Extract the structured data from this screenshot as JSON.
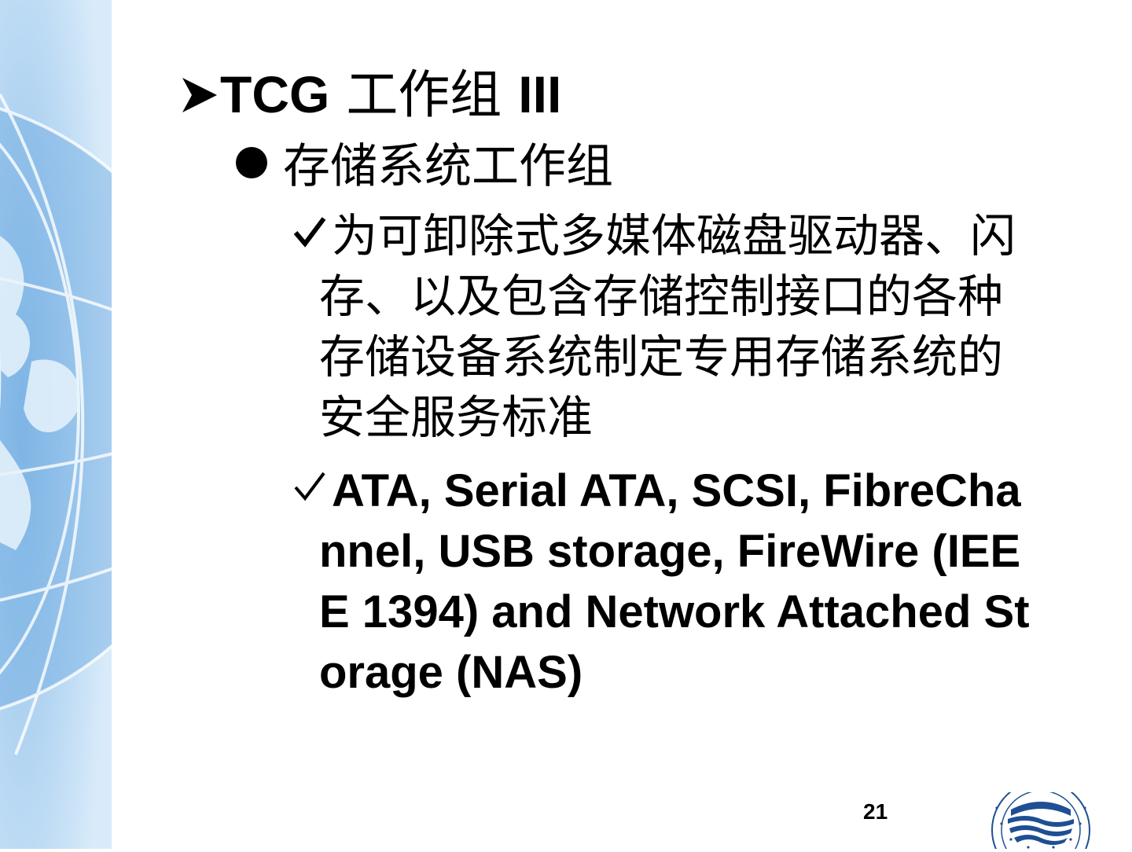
{
  "slide": {
    "title_en_prefix": "TCG",
    "title_zh": "工作组",
    "title_en_suffix": "III",
    "level1": "存储系统工作组",
    "item1_line1": "为可卸除式多媒体磁盘驱动器、闪",
    "item1_line2": "存、以及包含存储控制接口的各种",
    "item1_line3": "存储设备系统制定专用存储系统的",
    "item1_line4": "安全服务标准",
    "item2_line1": "ATA, Serial ATA, SCSI, FibreCha",
    "item2_line2": "nnel, USB storage, FireWire (IEE",
    "item2_line3": "E 1394) and Network Attached St",
    "item2_line4": "orage (NAS)",
    "page_number": "21"
  },
  "icons": {
    "title_marker": "arrow-bullet-icon",
    "level1_marker": "round-bullet-icon",
    "item_marker": "checkmark-icon"
  },
  "colors": {
    "sidebar": "#a9cdee",
    "logo": "#1f4f93"
  }
}
